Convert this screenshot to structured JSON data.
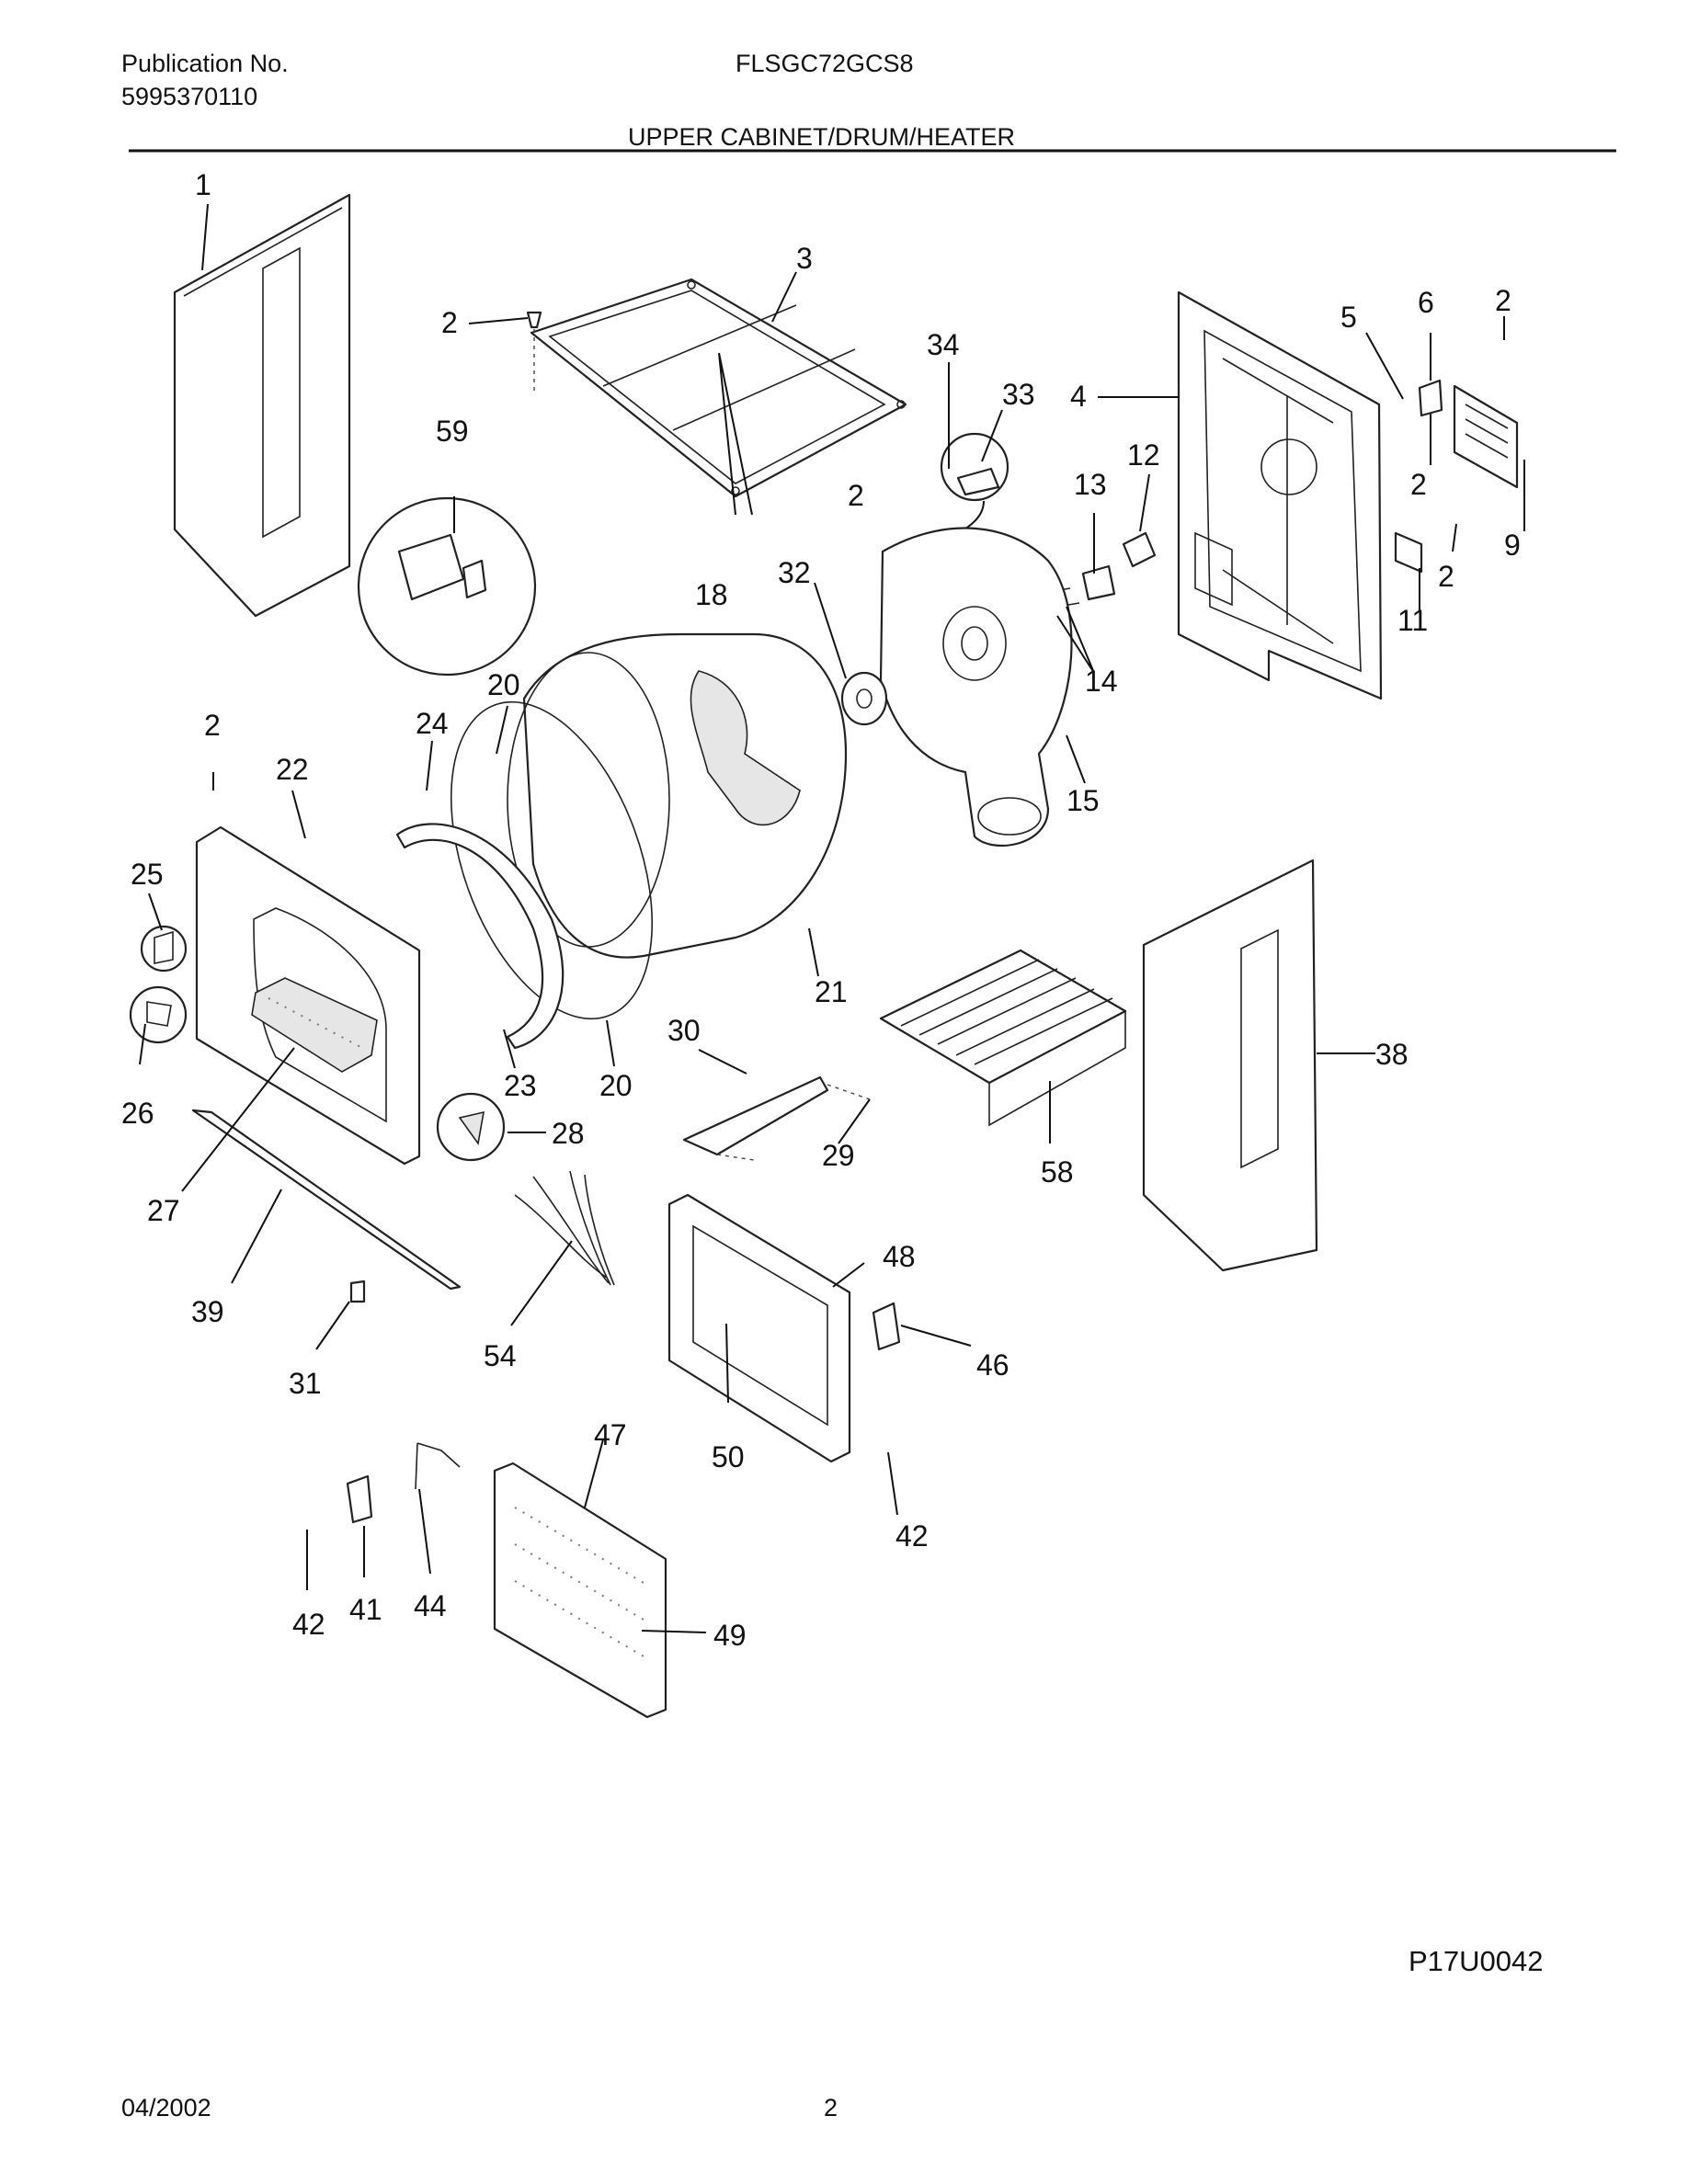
{
  "header": {
    "publication_label": "Publication No.",
    "publication_number": "5995370110",
    "model": "FLSGC72GCS8",
    "section_title": "UPPER CABINET/DRUM/HEATER"
  },
  "diagram": {
    "callouts": [
      {
        "id": "c1",
        "text": "1"
      },
      {
        "id": "c3",
        "text": "3"
      },
      {
        "id": "c2a",
        "text": "2"
      },
      {
        "id": "c34",
        "text": "34"
      },
      {
        "id": "c33",
        "text": "33"
      },
      {
        "id": "c4",
        "text": "4"
      },
      {
        "id": "c5",
        "text": "5"
      },
      {
        "id": "c6",
        "text": "6"
      },
      {
        "id": "c2b",
        "text": "2"
      },
      {
        "id": "c59",
        "text": "59"
      },
      {
        "id": "c2c",
        "text": "2"
      },
      {
        "id": "c13",
        "text": "13"
      },
      {
        "id": "c12",
        "text": "12"
      },
      {
        "id": "c2d",
        "text": "2"
      },
      {
        "id": "c9",
        "text": "9"
      },
      {
        "id": "c2e",
        "text": "2"
      },
      {
        "id": "c11",
        "text": "11"
      },
      {
        "id": "c18",
        "text": "18"
      },
      {
        "id": "c32",
        "text": "32"
      },
      {
        "id": "c14",
        "text": "14"
      },
      {
        "id": "c20a",
        "text": "20"
      },
      {
        "id": "c2f",
        "text": "2"
      },
      {
        "id": "c24",
        "text": "24"
      },
      {
        "id": "c22",
        "text": "22"
      },
      {
        "id": "c15",
        "text": "15"
      },
      {
        "id": "c25",
        "text": "25"
      },
      {
        "id": "c21",
        "text": "21"
      },
      {
        "id": "c30",
        "text": "30"
      },
      {
        "id": "c38",
        "text": "38"
      },
      {
        "id": "c23",
        "text": "23"
      },
      {
        "id": "c20b",
        "text": "20"
      },
      {
        "id": "c26",
        "text": "26"
      },
      {
        "id": "c28",
        "text": "28"
      },
      {
        "id": "c29",
        "text": "29"
      },
      {
        "id": "c58",
        "text": "58"
      },
      {
        "id": "c27",
        "text": "27"
      },
      {
        "id": "c48",
        "text": "48"
      },
      {
        "id": "c39",
        "text": "39"
      },
      {
        "id": "c46",
        "text": "46"
      },
      {
        "id": "c54",
        "text": "54"
      },
      {
        "id": "c31",
        "text": "31"
      },
      {
        "id": "c47",
        "text": "47"
      },
      {
        "id": "c50",
        "text": "50"
      },
      {
        "id": "c42a",
        "text": "42"
      },
      {
        "id": "c42b",
        "text": "42"
      },
      {
        "id": "c41",
        "text": "41"
      },
      {
        "id": "c44",
        "text": "44"
      },
      {
        "id": "c49",
        "text": "49"
      }
    ],
    "figure_code": "P17U0042"
  },
  "footer": {
    "date": "04/2002",
    "page": "2"
  }
}
